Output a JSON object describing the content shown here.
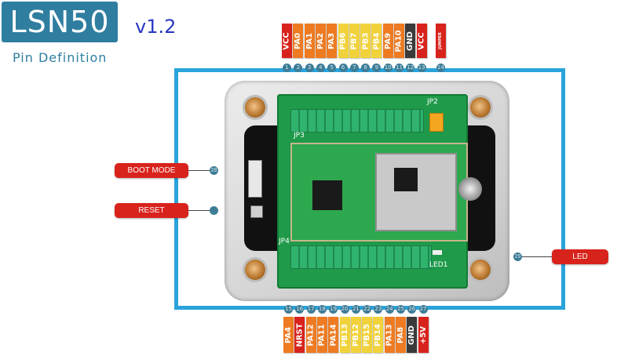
{
  "header": {
    "title": "LSN50",
    "version": "v1.2",
    "subtitle": "Pin Definition"
  },
  "pins_top": [
    {
      "num": "1",
      "label": "VCC",
      "color": "#d8231c"
    },
    {
      "num": "2",
      "label": "PA0",
      "color": "#ee7b22"
    },
    {
      "num": "3",
      "label": "PA1",
      "color": "#ee7b22"
    },
    {
      "num": "4",
      "label": "PA2",
      "color": "#ee7b22"
    },
    {
      "num": "5",
      "label": "PA3",
      "color": "#ee7b22"
    },
    {
      "num": "6",
      "label": "PB6",
      "color": "#f1d23a"
    },
    {
      "num": "7",
      "label": "PB7",
      "color": "#f1d23a"
    },
    {
      "num": "8",
      "label": "PB3",
      "color": "#f1d23a"
    },
    {
      "num": "9",
      "label": "PB4",
      "color": "#f1d23a"
    },
    {
      "num": "10",
      "label": "PA9",
      "color": "#ee7b22"
    },
    {
      "num": "11",
      "label": "PA10",
      "color": "#ee7b22"
    },
    {
      "num": "12",
      "label": "GND",
      "color": "#3a3a3a"
    },
    {
      "num": "13",
      "label": "VCC",
      "color": "#d8231c"
    },
    {
      "num": "14",
      "label": "JUMPER",
      "color": "#d8231c"
    }
  ],
  "pins_bottom": [
    {
      "num": "15",
      "label": "PA4",
      "color": "#ee7b22"
    },
    {
      "num": "16",
      "label": "NRST",
      "color": "#d8231c"
    },
    {
      "num": "17",
      "label": "PA12",
      "color": "#ee7b22"
    },
    {
      "num": "18",
      "label": "PA11",
      "color": "#ee7b22"
    },
    {
      "num": "19",
      "label": "PA14",
      "color": "#ee7b22"
    },
    {
      "num": "20",
      "label": "PB13",
      "color": "#f1d23a"
    },
    {
      "num": "21",
      "label": "PB12",
      "color": "#f1d23a"
    },
    {
      "num": "22",
      "label": "PB15",
      "color": "#f1d23a"
    },
    {
      "num": "23",
      "label": "PB14",
      "color": "#f1d23a"
    },
    {
      "num": "24",
      "label": "PA13",
      "color": "#ee7b22"
    },
    {
      "num": "25",
      "label": "PA8",
      "color": "#ee7b22"
    },
    {
      "num": "26",
      "label": "GND",
      "color": "#3a3a3a"
    },
    {
      "num": "27",
      "label": "+5V",
      "color": "#d8231c"
    }
  ],
  "side_labels": {
    "boot_mode": {
      "label": "BOOT MODE",
      "num": "28"
    },
    "reset": {
      "label": "RESET",
      "num": ""
    },
    "led": {
      "label": "LED",
      "num": "29"
    }
  },
  "board_labels": {
    "jp2": "JP2",
    "jp3": "JP3",
    "jp4": "JP4",
    "led1": "LED1"
  },
  "colors": {
    "accent": "#2f7ea0",
    "frame": "#2aa3db",
    "label_red": "#d8231c"
  }
}
